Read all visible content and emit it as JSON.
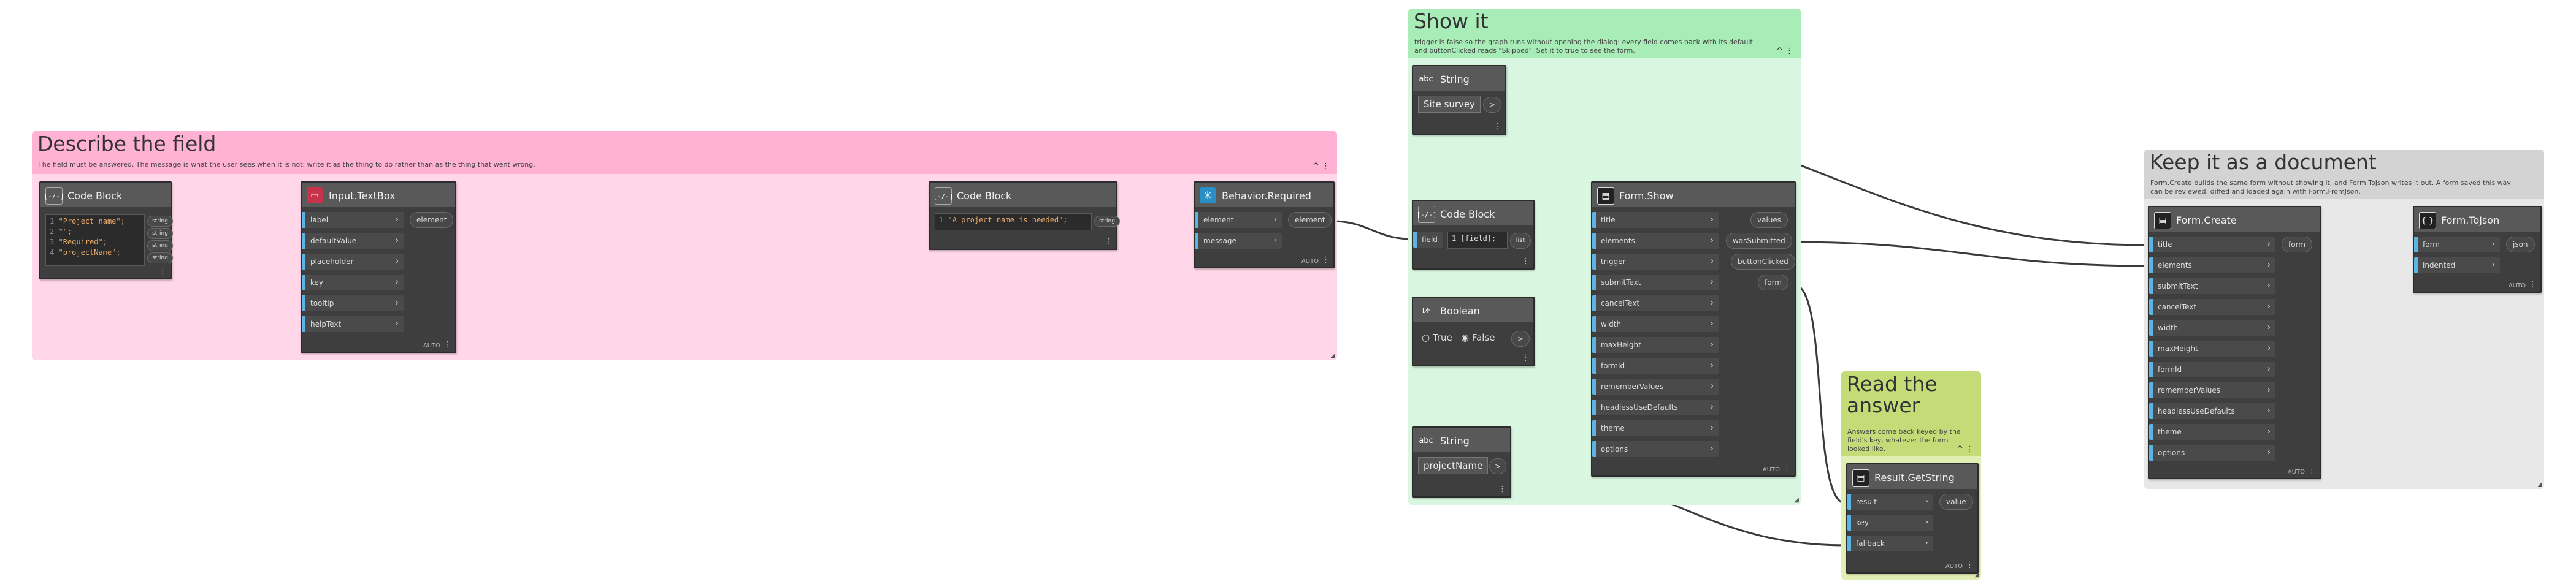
{
  "groups": {
    "describe": {
      "title": "Describe the field",
      "desc": "The field must be answered. The message is what the user sees when it is not; write it as the thing to do rather than as the thing that went wrong.",
      "color": "#ffb2d3",
      "body_color": "#ffd7e8"
    },
    "show": {
      "title": "Show it",
      "desc": "trigger is false so the graph runs without opening the dialog: every field comes back with its default and buttonClicked reads \"Skipped\". Set it to true to see the form.",
      "color": "#a8ecb8",
      "body_color": "#d9f7e0"
    },
    "read": {
      "title": "Read the answer",
      "desc": "Answers come back keyed by the field's key, whatever the form looked like.",
      "color": "#c4dc78",
      "body_color": "#e1eeb4"
    },
    "keep": {
      "title": "Keep it as a document",
      "desc": "Form.Create builds the same form without showing it, and Form.ToJson writes it out. A form saved this way can be reviewed, diffed and loaded again with Form.FromJson.",
      "color": "#d3d3d3",
      "body_color": "#e8e8e8"
    }
  },
  "nodes": {
    "codeblock1": {
      "title": "Code Block",
      "lines": [
        {
          "n": "1",
          "t": "\"Project name\";"
        },
        {
          "n": "2",
          "t": "\"\";"
        },
        {
          "n": "3",
          "t": "\"Required\";"
        },
        {
          "n": "4",
          "t": "\"projectName\";"
        }
      ],
      "outputs": [
        "string",
        "string",
        "string",
        "string"
      ]
    },
    "textbox": {
      "title": "Input.TextBox",
      "inputs": [
        "label",
        "defaultValue",
        "placeholder",
        "key",
        "tooltip",
        "helpText"
      ],
      "output": "element",
      "foot": "AUTO"
    },
    "codeblock2": {
      "title": "Code Block",
      "lines": [
        {
          "n": "1",
          "t": "\"A project name is needed\";"
        }
      ],
      "output": "string"
    },
    "required": {
      "title": "Behavior.Required",
      "inputs": [
        "element",
        "message"
      ],
      "output": "element",
      "foot": "AUTO"
    },
    "string1": {
      "title": "String",
      "value": "Site survey",
      "out": ">"
    },
    "codeblock3": {
      "title": "Code Block",
      "input": "field",
      "code": "1 [field];",
      "output": "list"
    },
    "boolean": {
      "title": "Boolean",
      "true_label": "True",
      "false_label": "False",
      "out": ">"
    },
    "string2": {
      "title": "String",
      "value": "projectName",
      "out": ">"
    },
    "formshow": {
      "title": "Form.Show",
      "inputs": [
        "title",
        "elements",
        "trigger",
        "submitText",
        "cancelText",
        "width",
        "maxHeight",
        "formId",
        "rememberValues",
        "headlessUseDefaults",
        "theme",
        "options"
      ],
      "outputs": [
        "values",
        "wasSubmitted",
        "buttonClicked",
        "form"
      ],
      "foot": "AUTO"
    },
    "getstring": {
      "title": "Result.GetString",
      "inputs": [
        "result",
        "key",
        "fallback"
      ],
      "output": "value",
      "foot": "AUTO"
    },
    "formcreate": {
      "title": "Form.Create",
      "inputs": [
        "title",
        "elements",
        "submitText",
        "cancelText",
        "width",
        "maxHeight",
        "formId",
        "rememberValues",
        "headlessUseDefaults",
        "theme",
        "options"
      ],
      "output": "form",
      "foot": "AUTO"
    },
    "tojson": {
      "title": "Form.ToJson",
      "inputs": [
        "form",
        "indented"
      ],
      "output": "json",
      "foot": "AUTO"
    }
  },
  "colors": {
    "wire": "#3a3a3a",
    "port_accent": "#5eb3e6",
    "node_body": "#3e3e3e",
    "node_head": "#595959"
  }
}
